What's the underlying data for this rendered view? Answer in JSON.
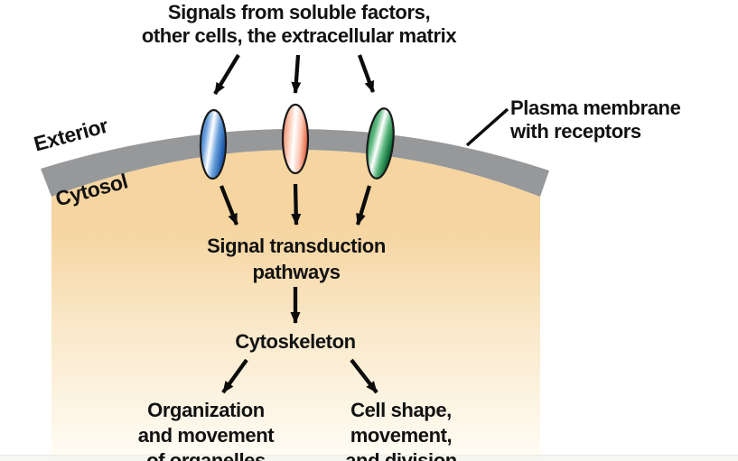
{
  "figure": {
    "title": {
      "line1": "Signals from soluble factors,",
      "line2": "other cells, the extracellular matrix"
    },
    "regions": {
      "exterior": "Exterior",
      "cytosol": "Cytosol"
    },
    "membrane_label": {
      "line1": "Plasma membrane",
      "line2": "with receptors"
    },
    "pathway": {
      "line1": "Signal transduction",
      "line2": "pathways"
    },
    "cytoskeleton": "Cytoskeleton",
    "outcome_left": {
      "line1": "Organization",
      "line2": "and movement",
      "line3": "of organelles"
    },
    "outcome_right": {
      "line1": "Cell shape,",
      "line2": "movement,",
      "line3": "and division"
    }
  },
  "colors": {
    "membrane": "#97989a",
    "cytosol_top": "#f6d5a0",
    "cytosol_mid": "#fae9cb",
    "cytosol_bottom": "#fffdf6",
    "receptor_blue": "#2b6cc4",
    "receptor_blue_light": "#6ca2dd",
    "receptor_blue_dark": "#1a56a8",
    "receptor_salmon": "#ed7a58",
    "receptor_salmon_light": "#fbc7b2",
    "receptor_salmon_dark": "#ea6f4e",
    "receptor_green": "#1d8047",
    "receptor_green_light": "#5cb97f",
    "receptor_green_dark": "#0f6b36",
    "highlight": "#ffffff",
    "outline": "#1a1a1a",
    "arrow": "#0c0c0c",
    "text": "#121212"
  }
}
